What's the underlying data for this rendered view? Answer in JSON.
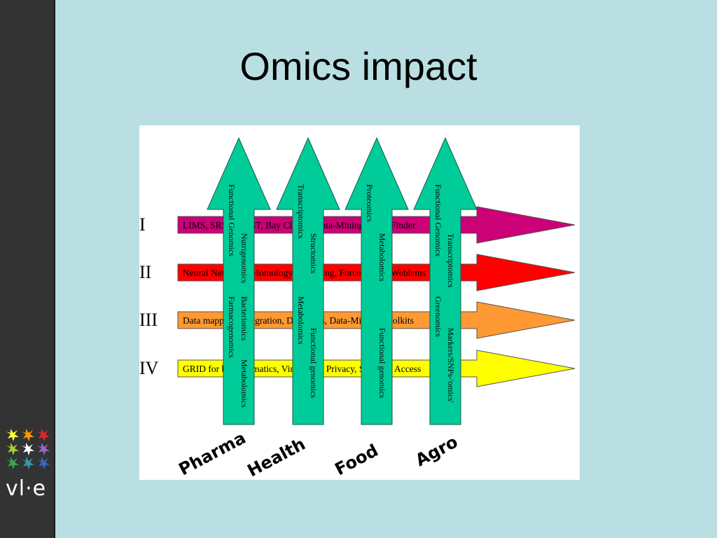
{
  "slide": {
    "title": "Omics impact"
  },
  "logo": {
    "text": "vl·e"
  },
  "colors": {
    "background": "#b9dfe2",
    "sidebar": "#333333",
    "vertical_arrow": "#00cc99",
    "band_I": "#cc0077",
    "band_II": "#ff0000",
    "band_III": "#ff9933",
    "band_IV": "#ffff00"
  },
  "bands": [
    {
      "numeral": "I",
      "text": "LIMS, SRS, BLAST, Bay Cluster, Data-Mining, Gene Finder",
      "color": "#cc0077"
    },
    {
      "numeral": "II",
      "text": "Neural Networks, Homology Modelling, Force Fields, Weblems",
      "color": "#ff0000"
    },
    {
      "numeral": "III",
      "text": "Data mapping, integration, Databases, Data-Mining, Toolkits",
      "color": "#ff9933"
    },
    {
      "numeral": "IV",
      "text": "GRID for bioinformatics, Virtual lab, Privacy, Security, Access",
      "color": "#ffff00"
    }
  ],
  "sectors": [
    {
      "label": "Pharma",
      "col1": [
        "Functional Genomics",
        "Farmacogenomics"
      ],
      "col2": [
        "Nutrigenomics",
        "Bacteriomics",
        "Metabolomics"
      ]
    },
    {
      "label": "Health",
      "col1": [
        "Transcriptomics",
        "Metabolomics"
      ],
      "col2": [
        "Structomics",
        "Functional genomics"
      ]
    },
    {
      "label": "Food",
      "col1": [
        "Proteomics"
      ],
      "col2": [
        "Metabolomics",
        "Functional genomics"
      ]
    },
    {
      "label": "Agro",
      "col1": [
        "Functional Genomics",
        "Greenomics"
      ],
      "col2": [
        "Transcriptomics",
        "Markers/SNPs-'omics'"
      ]
    }
  ]
}
